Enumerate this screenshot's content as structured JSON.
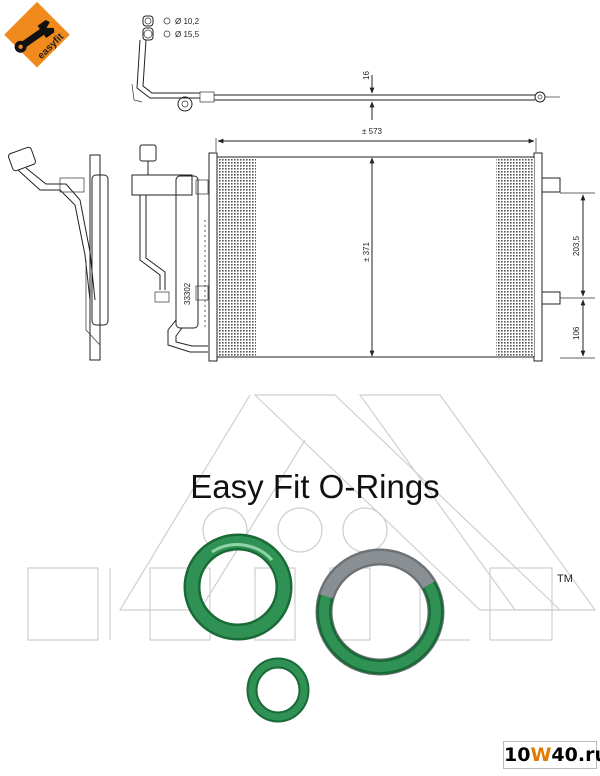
{
  "logo": {
    "text": "easyfit",
    "accent": "#f08a1c",
    "icon": "wrench-icon"
  },
  "dimensions": {
    "port1": "Ø 10,2",
    "port2": "Ø 15,5",
    "side_gap": "16",
    "width": "± 573",
    "height": "± 371",
    "bracket_spacing": "203,5",
    "bottom_offset": "106",
    "part_number": "33302"
  },
  "caption": "Easy Fit O-Rings",
  "watermark": {
    "trademark": "TM"
  },
  "colors": {
    "o_ring_green": "#2f9254",
    "o_ring_dark": "#1a6a38",
    "o_ring_gray": "#8a8f93"
  },
  "site_badge": {
    "part1": "10",
    "part2": "W",
    "part3": "40",
    "part4": ".ru"
  }
}
